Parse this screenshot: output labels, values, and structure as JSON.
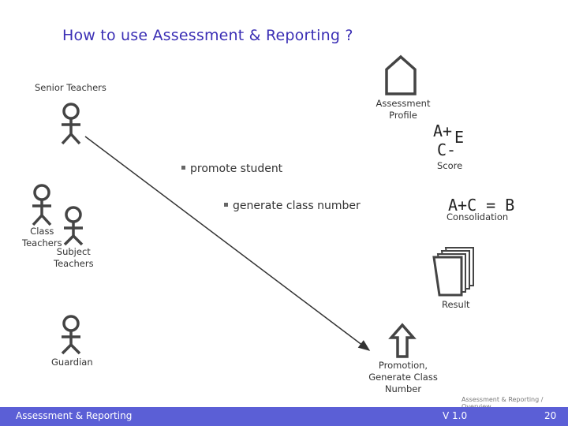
{
  "title": "How to use Assessment & Reporting ?",
  "actors": {
    "senior_teachers": "Senior Teachers",
    "class_teachers": "Class\nTeachers",
    "subject_teachers": "Subject\nTeachers",
    "guardian": "Guardian"
  },
  "actions": {
    "promote": "promote student",
    "generate": "generate class number"
  },
  "profile": {
    "label": "Assessment\nProfile"
  },
  "score": {
    "a_plus": "A+",
    "e": "E",
    "c_minus": "C-",
    "label": "Score"
  },
  "consolidation": {
    "formula": "A+C = B",
    "label": "Consolidation"
  },
  "result": {
    "label": "Result"
  },
  "promotion": {
    "label": "Promotion,\nGenerate Class\nNumber"
  },
  "breadcrumb": "Assessment & Reporting / Overview",
  "footer": {
    "left": "Assessment & Reporting",
    "version": "V 1.0",
    "page": "20"
  },
  "colors": {
    "title": "#3b2fb5",
    "footer_bar": "#5b5fd6"
  }
}
